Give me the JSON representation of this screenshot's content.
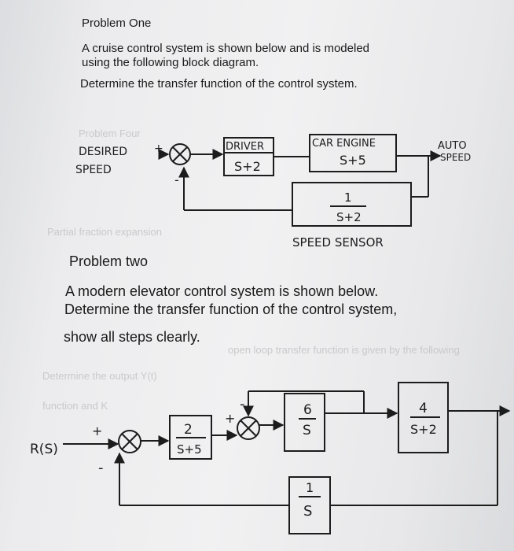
{
  "problem_one": {
    "heading": "Problem One",
    "line1": "A cruise control system is shown below and is modeled",
    "line2": "using the following block diagram.",
    "line3": "Determine the transfer function of the control system."
  },
  "diagram_one": {
    "input_label_line1": "DESIRED",
    "input_label_line2": "SPEED",
    "plus_sign": "+",
    "minus_sign": "-",
    "driver_label": "DRIVER",
    "driver_tf": "S+2",
    "engine_label": "CAR ENGINE",
    "engine_tf": "S+5",
    "output_label_line1": "AUTO",
    "output_label_line2": "SPEED",
    "sensor_num": "1",
    "sensor_den": "S+2",
    "sensor_label": "SPEED SENSOR"
  },
  "problem_two": {
    "heading": "Problem two",
    "line1": "A modern elevator control system is shown below.",
    "line2": "Determine the transfer function of the control system,",
    "line3": "show all steps clearly."
  },
  "diagram_two": {
    "input_label": "R(S)",
    "sum1_plus": "+",
    "sum1_minus": "-",
    "block1_num": "2",
    "block1_den": "S+5",
    "sum2_plus": "+",
    "sum2_minus": "-",
    "block2_num": "6",
    "block2_den": "S",
    "block3_num": "4",
    "block3_den": "S+2",
    "feedback_num": "1",
    "feedback_den": "S"
  },
  "bleed_through": {
    "t1": "Problem Four",
    "t2": "Partial fraction expansion",
    "t3": "Determine the output Y(t)",
    "t4": "function and K",
    "t5": "open loop transfer function is given by the following"
  }
}
